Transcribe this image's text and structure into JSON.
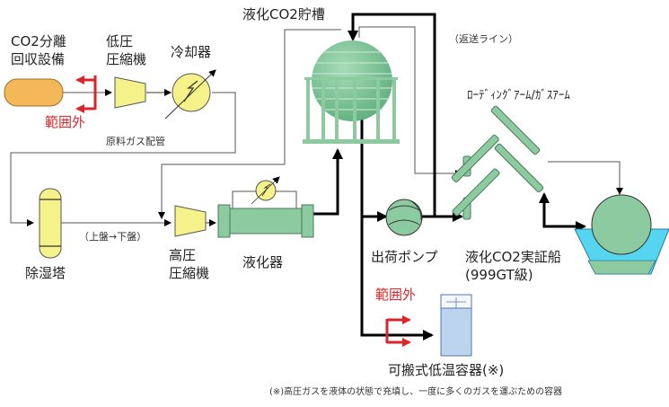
{
  "title": "液化CO2船舶輸送 実証試験設備 フロー図",
  "equipment": {
    "separation": {
      "line1": "CO2分離",
      "line2": "回収設備"
    },
    "lp_compressor": {
      "line1": "低圧",
      "line2": "圧縮機"
    },
    "cooler": "冷却器",
    "storage_tank": "液化CO2貯槽",
    "dehumidifier": "除湿塔",
    "hp_compressor": {
      "line1": "高圧",
      "line2": "圧縮機"
    },
    "liquefier": "液化器",
    "shipping_pump": "出荷ポンプ",
    "demo_ship": {
      "line1": "液化CO2実証船",
      "line2": "(999GT級)"
    },
    "loading_arm": "ﾛｰﾃﾞｨﾝｸﾞｱｰﾑ/ｶﾞｽｱｰﾑ",
    "portable_container": "可搬式低温容器(※)"
  },
  "annotations": {
    "out_of_scope_1": "範囲外",
    "out_of_scope_2": "範囲外",
    "feed_gas_piping": "原料ガス配管",
    "return_line": "（返送ライン）",
    "top_to_bottom": "（上盤→下盤）",
    "footnote": "(※)高圧ガスを液体の状態で充填し、一度に多くのガスを運ぶための容器"
  },
  "colors": {
    "separation_fill": "#f5b858",
    "compressor_fill": "#f6f28a",
    "equipment_green": "#8ccba0",
    "ship_hull": "#55d5f0",
    "container_fill": "#bcd4ee",
    "out_of_scope_red": "#d9262a",
    "line_black": "#000000"
  }
}
